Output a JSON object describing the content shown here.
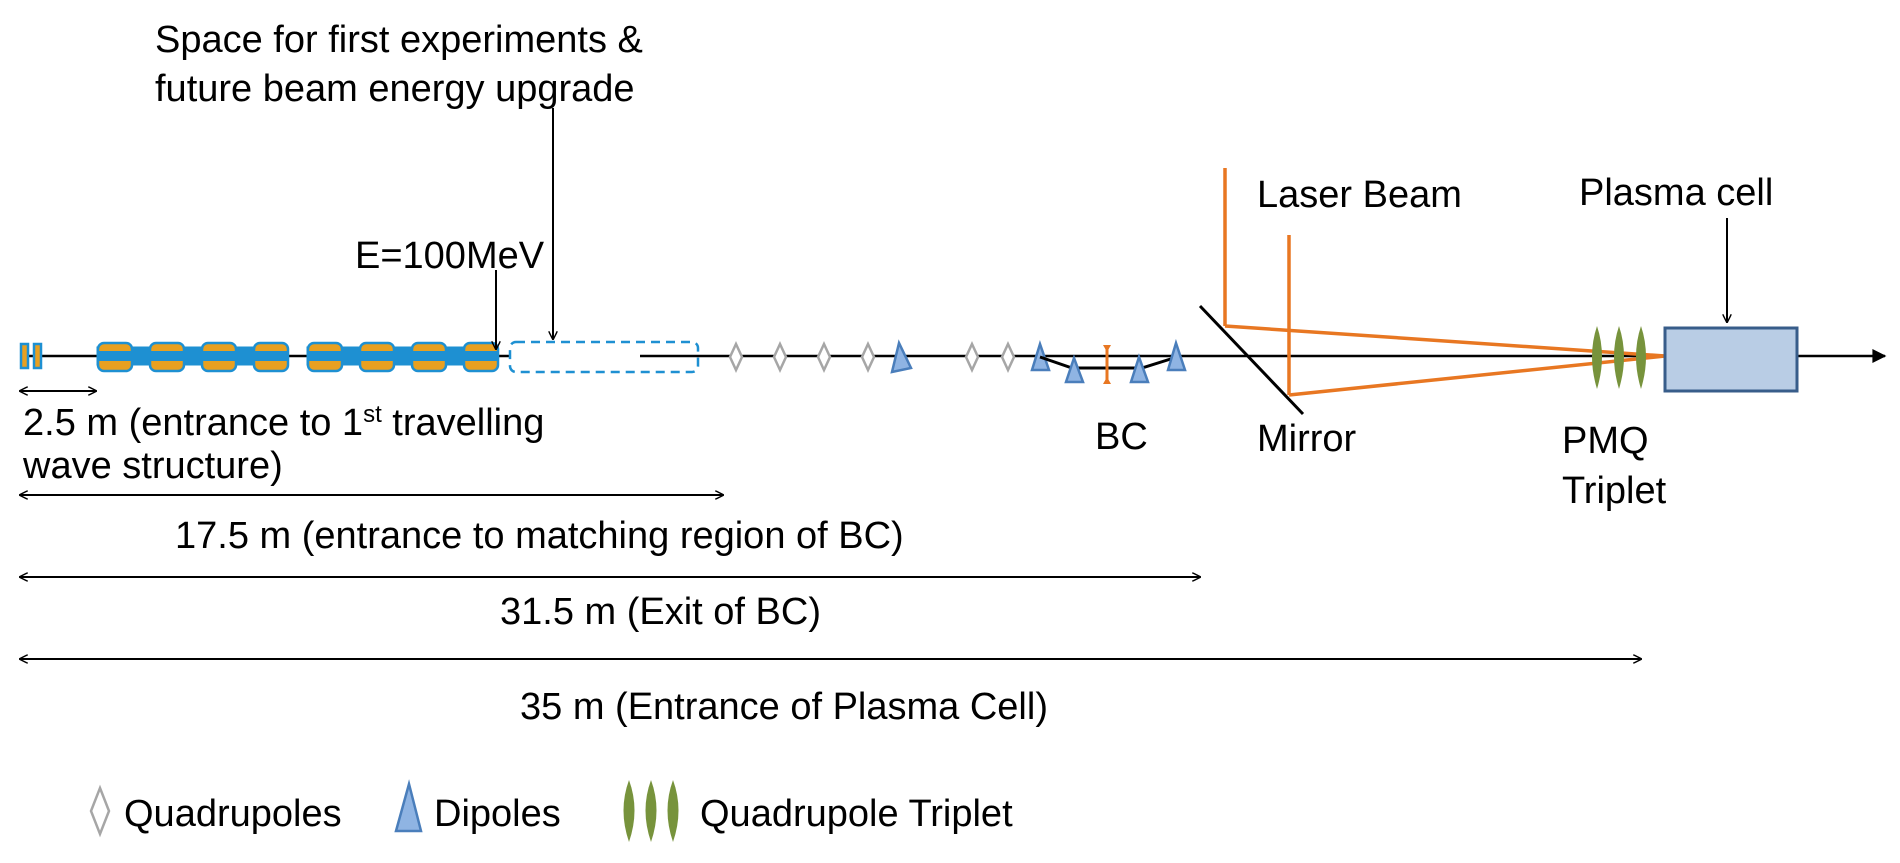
{
  "labels": {
    "space_line1": "Space for first experiments &",
    "space_line2": "future beam energy upgrade",
    "energy": "E=100MeV",
    "laser_beam": "Laser Beam",
    "plasma_cell": "Plasma cell",
    "bc": "BC",
    "mirror": "Mirror",
    "pmq_line1": "PMQ",
    "pmq_line2": "Triplet"
  },
  "distances": {
    "d1_prefix": "2.5 m (entrance to 1",
    "d1_sup": "st",
    "d1_suffix": " travelling",
    "d1_line2": "wave structure)",
    "d2": "17.5 m (entrance to matching region of BC)",
    "d3": "31.5 m (Exit of BC)",
    "d4": "35 m (Entrance of Plasma Cell)"
  },
  "legend": {
    "quadrupoles": "Quadrupoles",
    "dipoles": "Dipoles",
    "triplet": "Quadrupole Triplet"
  },
  "colors": {
    "structure_blue": "#1e90d2",
    "structure_orange": "#e8a020",
    "dipole_fill": "#8fb4e3",
    "dipole_stroke": "#4a7ebb",
    "laser_orange": "#e87722",
    "triplet_green": "#77933c",
    "plasma_fill": "#b9cde5",
    "plasma_stroke": "#385d8a",
    "quad_stroke": "#a6a6a6"
  }
}
